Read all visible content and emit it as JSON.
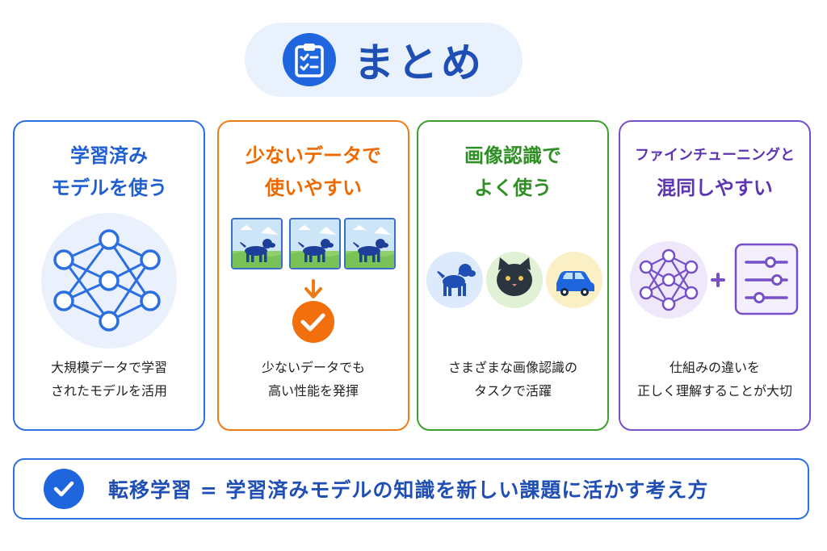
{
  "header": {
    "title": "まとめ",
    "icon": "clipboard-checklist-icon"
  },
  "cards": [
    {
      "title_lines": [
        "学習済み",
        "モデルを使う"
      ],
      "desc_lines": [
        "大規模データで学習",
        "されたモデルを活用"
      ],
      "color": "#2b6fe0",
      "icon": "neural-network-icon"
    },
    {
      "title_lines": [
        "少ないデータで",
        "使いやすい"
      ],
      "desc_lines": [
        "少ないデータでも",
        "高い性能を発揮"
      ],
      "color": "#f07b16",
      "icon": "dog-images-to-check-icon"
    },
    {
      "title_lines": [
        "画像認識で",
        "よく使う"
      ],
      "desc_lines": [
        "さまざまな画像認識の",
        "タスクで活躍"
      ],
      "color": "#3d9f2f",
      "icon": "dog-cat-car-icons"
    },
    {
      "title_lines": [
        "ファインチューニングと",
        "混同しやすい"
      ],
      "desc_lines": [
        "仕組みの違いを",
        "正しく理解することが大切"
      ],
      "color": "#7750c9",
      "icon": "network-plus-sliders-icon"
    }
  ],
  "banner": {
    "text": "転移学習 = 学習済みモデルの知識を新しい課題に活かす考え方",
    "icon": "check-circle-icon"
  }
}
